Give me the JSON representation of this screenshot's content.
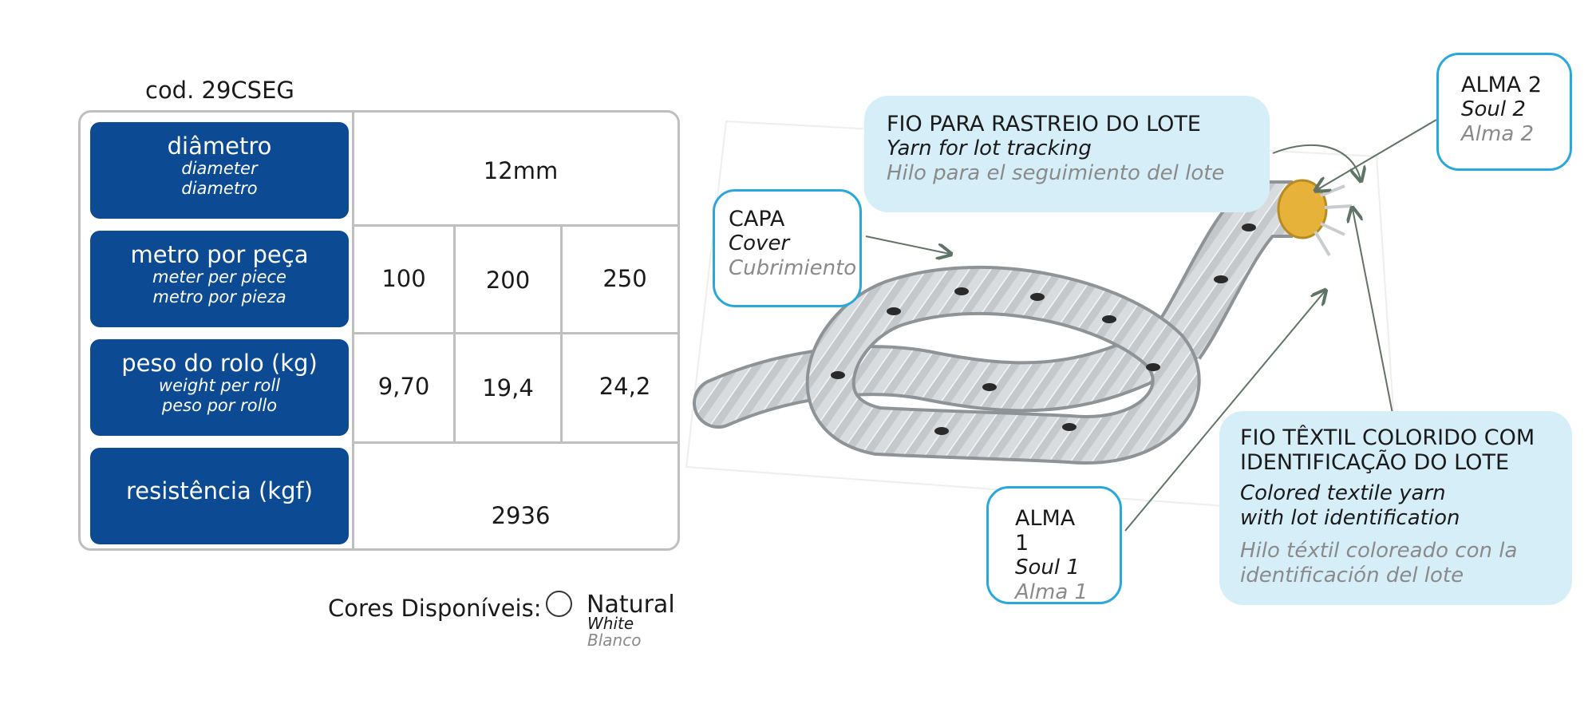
{
  "product": {
    "code": "cod. 29CSEG"
  },
  "table": {
    "rows": [
      {
        "pt": "diâmetro",
        "en": "diameter",
        "es": "diametro",
        "values": [
          "12mm"
        ]
      },
      {
        "pt": "metro por peça",
        "en": "meter per piece",
        "es": "metro por pieza",
        "values": [
          "100",
          "200",
          "250"
        ]
      },
      {
        "pt": "peso do rolo (kg)",
        "en": "weight per roll",
        "es": "peso por rollo",
        "values": [
          "9,70",
          "19,4",
          "24,2"
        ]
      },
      {
        "pt": "resistência (kgf)",
        "values": [
          "2936"
        ]
      }
    ]
  },
  "colors": {
    "label": "Cores Disponíveis:",
    "options": [
      {
        "pt": "Natural",
        "en": "White",
        "es": "Blanco",
        "swatch": "#ffffff"
      }
    ]
  },
  "callouts": {
    "tracking": {
      "pt": "FIO PARA RASTREIO DO LOTE",
      "en": "Yarn for lot tracking",
      "es": "Hilo para el seguimiento del lote"
    },
    "capa": {
      "pt": "CAPA",
      "en": "Cover",
      "es": "Cubrimiento"
    },
    "alma2": {
      "pt": "ALMA 2",
      "en": "Soul 2",
      "es": "Alma 2"
    },
    "alma1": {
      "pt": "ALMA 1",
      "en": "Soul 1",
      "es": "Alma 1"
    },
    "colored": {
      "pt1": "FIO TÊXTIL COLORIDO COM",
      "pt2": "IDENTIFICAÇÃO DO LOTE",
      "en1": "Colored textile yarn",
      "en2": "with lot identification",
      "es1": "Hilo téxtil coloreado con la",
      "es2": "identificación del lote"
    }
  },
  "theme": {
    "label_bg": "#0c4a93",
    "callout_fill": "#d6eef8",
    "callout_border": "#29a8dd",
    "rope_stripe": "#2a2a2a"
  }
}
